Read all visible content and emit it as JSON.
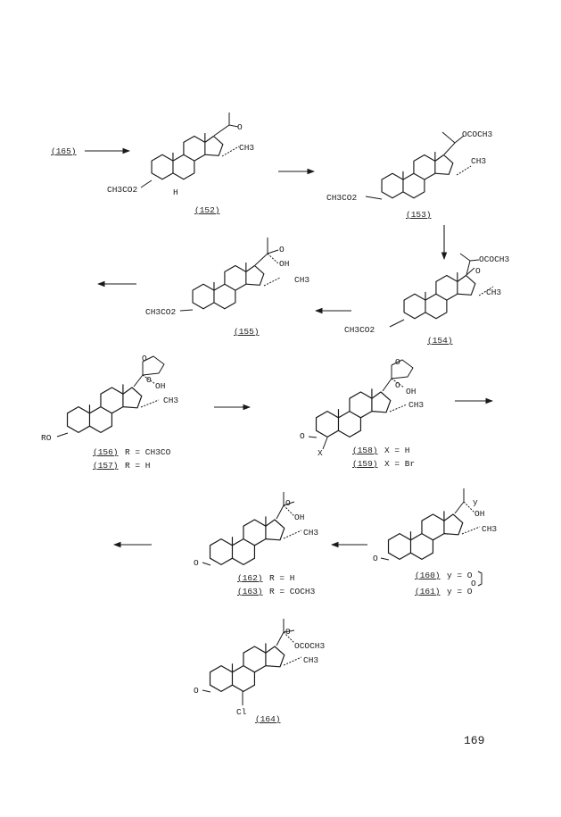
{
  "page_number": "169",
  "compounds": {
    "c165": {
      "number": "(165)"
    },
    "c152": {
      "number": "(152)",
      "substituents": [
        "O",
        "CH3",
        "CH3CO2",
        "H"
      ]
    },
    "c153": {
      "number": "(153)",
      "substituents": [
        "OCOCH3",
        "CH3",
        "CH3CO2"
      ]
    },
    "c154": {
      "number": "(154)",
      "substituents": [
        "OCOCH3",
        "O",
        "CH3",
        "CH3CO2"
      ]
    },
    "c155": {
      "number": "(155)",
      "substituents": [
        "O",
        "OH",
        "CH3",
        "CH3CO2"
      ]
    },
    "c156": {
      "number": "(156)",
      "def": "R = CH3CO"
    },
    "c157": {
      "number": "(157)",
      "def": "R = H"
    },
    "c156_157": {
      "substituents": [
        "O",
        "O",
        "OH",
        "CH3",
        "RO"
      ]
    },
    "c158": {
      "number": "(158)",
      "def": "X = H"
    },
    "c159": {
      "number": "(159)",
      "def": "X = Br"
    },
    "c158_159": {
      "substituents": [
        "O",
        "O",
        "OH",
        "CH3",
        "O",
        "X"
      ]
    },
    "c162": {
      "number": "(162)",
      "def": "R = H"
    },
    "c163": {
      "number": "(163)",
      "def": "R = COCH3"
    },
    "c162_163": {
      "substituents": [
        "O",
        "OH",
        "CH3",
        "O"
      ]
    },
    "c160": {
      "number": "(160)",
      "def": "y = O"
    },
    "c161": {
      "number": "(161)",
      "def": "y = O"
    },
    "c160_161": {
      "substituents": [
        "y",
        "OH",
        "CH3",
        "O",
        "O"
      ]
    },
    "c164": {
      "number": "(164)",
      "substituents": [
        "O",
        "OCOCH3",
        "CH3",
        "O",
        "Cl"
      ]
    }
  }
}
